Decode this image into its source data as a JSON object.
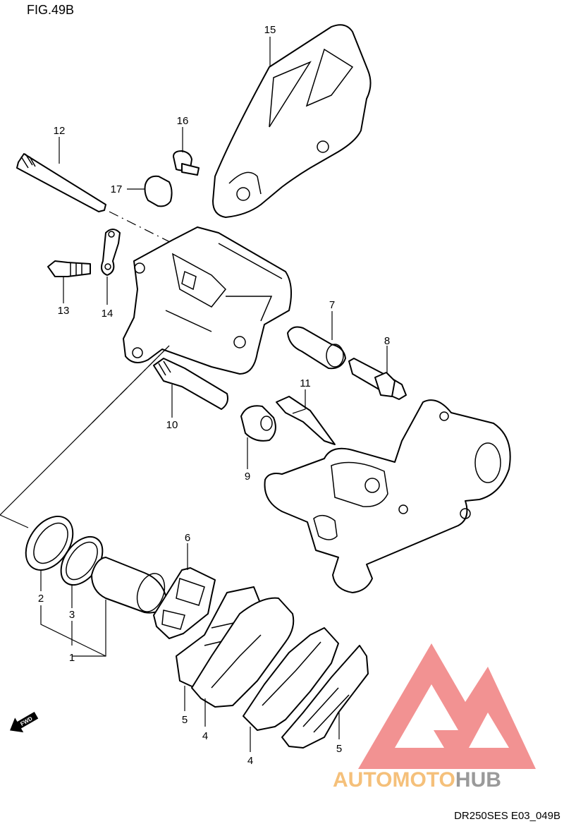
{
  "figure": {
    "title": "FIG.49B",
    "code": "DR250SES E03_049B"
  },
  "callouts": [
    {
      "id": "1",
      "label": "1"
    },
    {
      "id": "2",
      "label": "2"
    },
    {
      "id": "3",
      "label": "3"
    },
    {
      "id": "4a",
      "label": "4"
    },
    {
      "id": "4b",
      "label": "4"
    },
    {
      "id": "5a",
      "label": "5"
    },
    {
      "id": "5b",
      "label": "5"
    },
    {
      "id": "6",
      "label": "6"
    },
    {
      "id": "7",
      "label": "7"
    },
    {
      "id": "8",
      "label": "8"
    },
    {
      "id": "9",
      "label": "9"
    },
    {
      "id": "10",
      "label": "10"
    },
    {
      "id": "11",
      "label": "11"
    },
    {
      "id": "12",
      "label": "12"
    },
    {
      "id": "13",
      "label": "13"
    },
    {
      "id": "14",
      "label": "14"
    },
    {
      "id": "15",
      "label": "15"
    },
    {
      "id": "16",
      "label": "16"
    },
    {
      "id": "17",
      "label": "17"
    }
  ],
  "fwd_marker": {
    "label": "FWD",
    "icon": "arrow-icon"
  },
  "watermark": {
    "part1": "AUTOMOTO",
    "part2": "HUB",
    "colors": {
      "triangle": "#f08080",
      "text1": "#f5c07a",
      "text2": "#9a9a9a"
    }
  }
}
